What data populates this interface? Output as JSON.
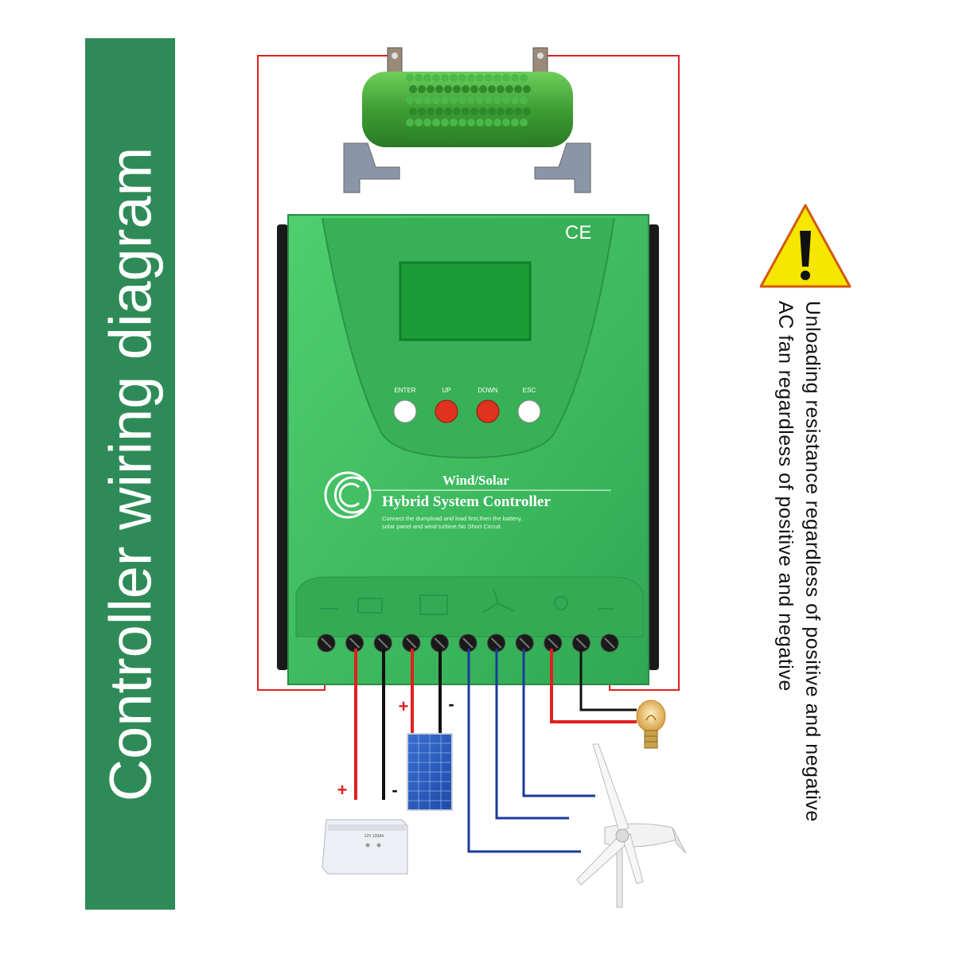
{
  "banner": {
    "title": "Controller wiring diagram"
  },
  "controller": {
    "ce_mark": "CE",
    "buttons": [
      {
        "label": "ENTER",
        "color": "#ffffff"
      },
      {
        "label": "UP",
        "color": "#e0321e"
      },
      {
        "label": "DOWN",
        "color": "#e0321e"
      },
      {
        "label": "ESC",
        "color": "#ffffff"
      }
    ],
    "brand_line1": "Wind/Solar",
    "brand_line2": "Hybrid System Controller",
    "note_line1": "Connect the dumpload and load first,then the battery,",
    "note_line2": "solar panel and wind turbine.No Short Circuit."
  },
  "polarity": {
    "battery_plus": "+",
    "battery_minus": "-",
    "solar_plus": "+",
    "solar_minus": "-"
  },
  "battery_label": "12V 100Ah",
  "warning": {
    "icon": "warning-triangle-icon",
    "line1": "Unloading resistance regardless of positive and negative",
    "line2": "AC fan regardless of positive and negative"
  },
  "colors": {
    "banner": "#2e8b57",
    "controller_body": "#3dbb5e",
    "wire_red": "#e02020",
    "wire_black": "#111111",
    "wire_blue": "#1a3a9c",
    "warning_yellow": "#f6e600"
  }
}
